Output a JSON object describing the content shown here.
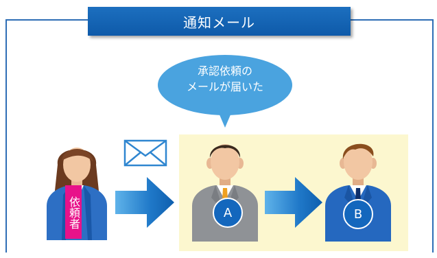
{
  "header": {
    "title": "通知メール"
  },
  "bubble": {
    "line1": "承認依頼の",
    "line2": "メールが届いた"
  },
  "requester": {
    "tag": "依頼者"
  },
  "approvers": [
    {
      "badge": "A"
    },
    {
      "badge": "B"
    }
  ],
  "colors": {
    "accent_blue": "#1467bd",
    "frame_blue": "#2d6db5",
    "bubble_blue": "#4aa3df",
    "highlight_yellow": "#fcf7cf",
    "requester_pink": "#e8128a"
  },
  "icons": [
    "envelope-icon",
    "arrow-right-icon",
    "arrow-right-icon"
  ]
}
